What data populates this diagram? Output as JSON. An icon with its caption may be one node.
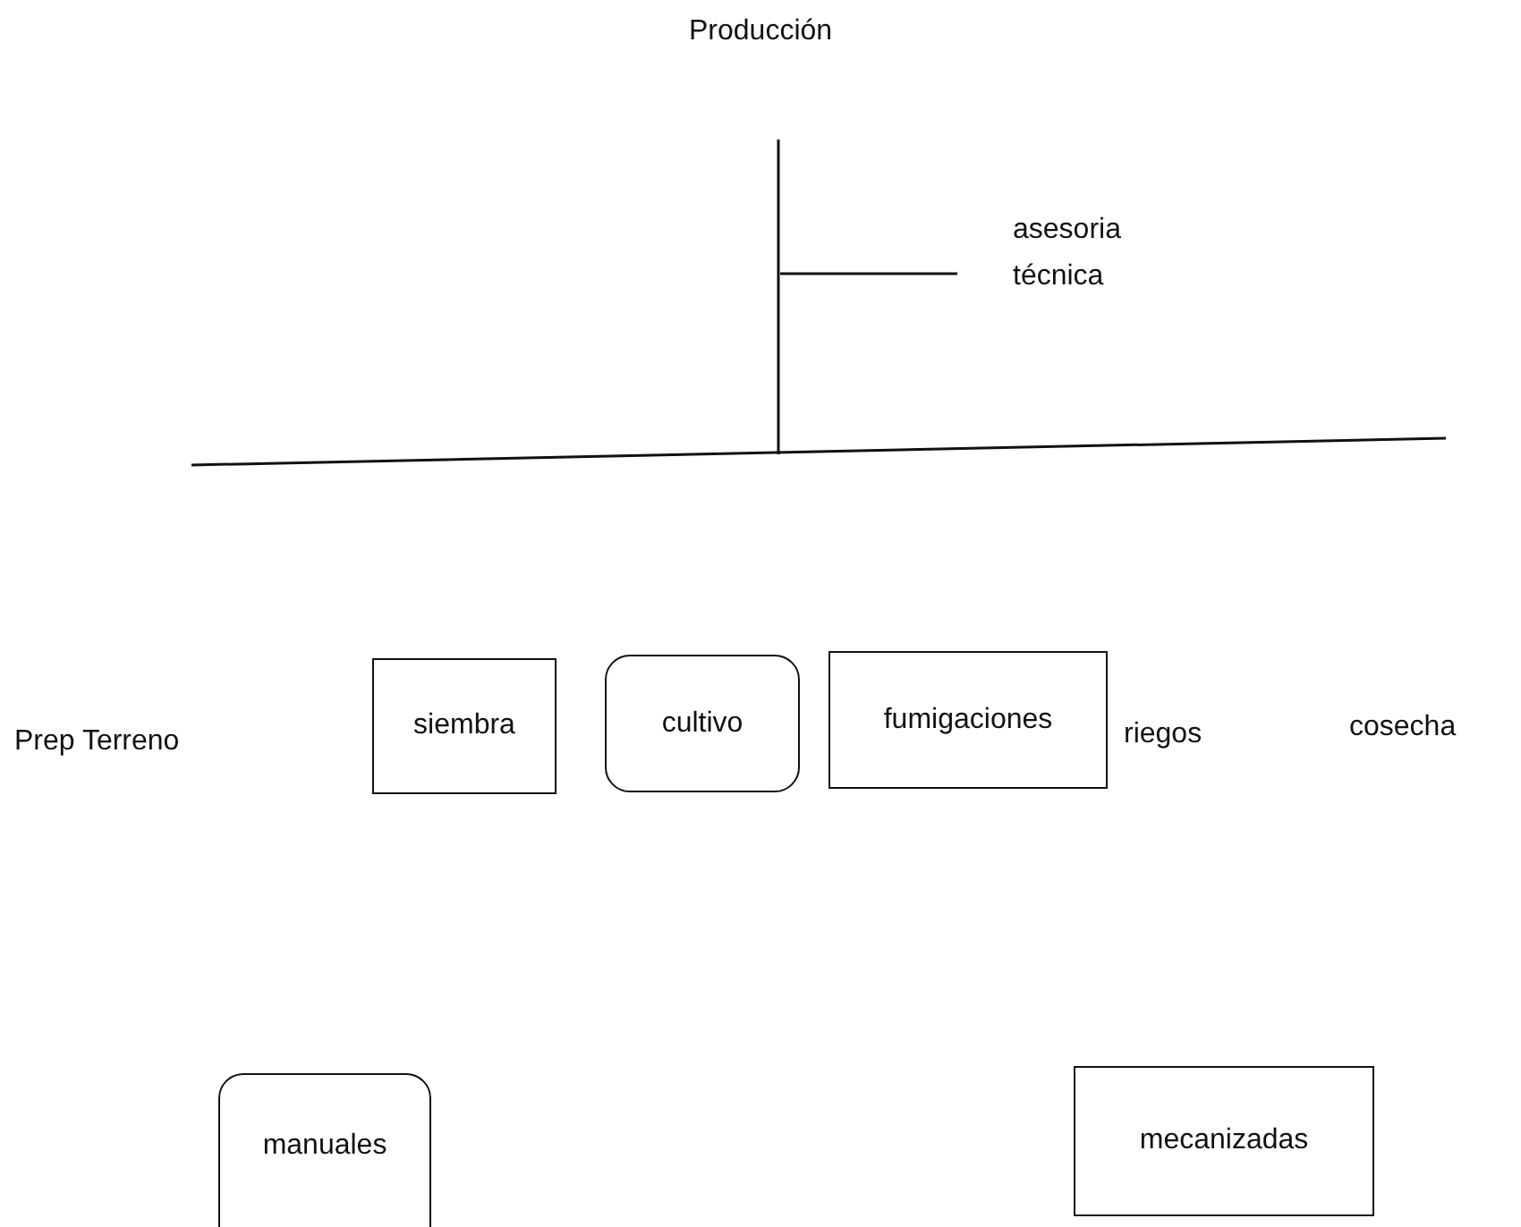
{
  "diagram": {
    "title": "Producción",
    "nodes": [
      {
        "text": [
          "siembra"
        ]
      },
      {
        "text": [
          "cultivo"
        ]
      },
      {
        "text": [
          "fumigaciones"
        ]
      },
      {
        "text": [
          "manuales"
        ]
      },
      {
        "text": [
          "mecanizadas"
        ]
      }
    ],
    "labels": [
      "asesoria técnica",
      "Prep Terreno",
      "riegos",
      "cosecha"
    ]
  }
}
